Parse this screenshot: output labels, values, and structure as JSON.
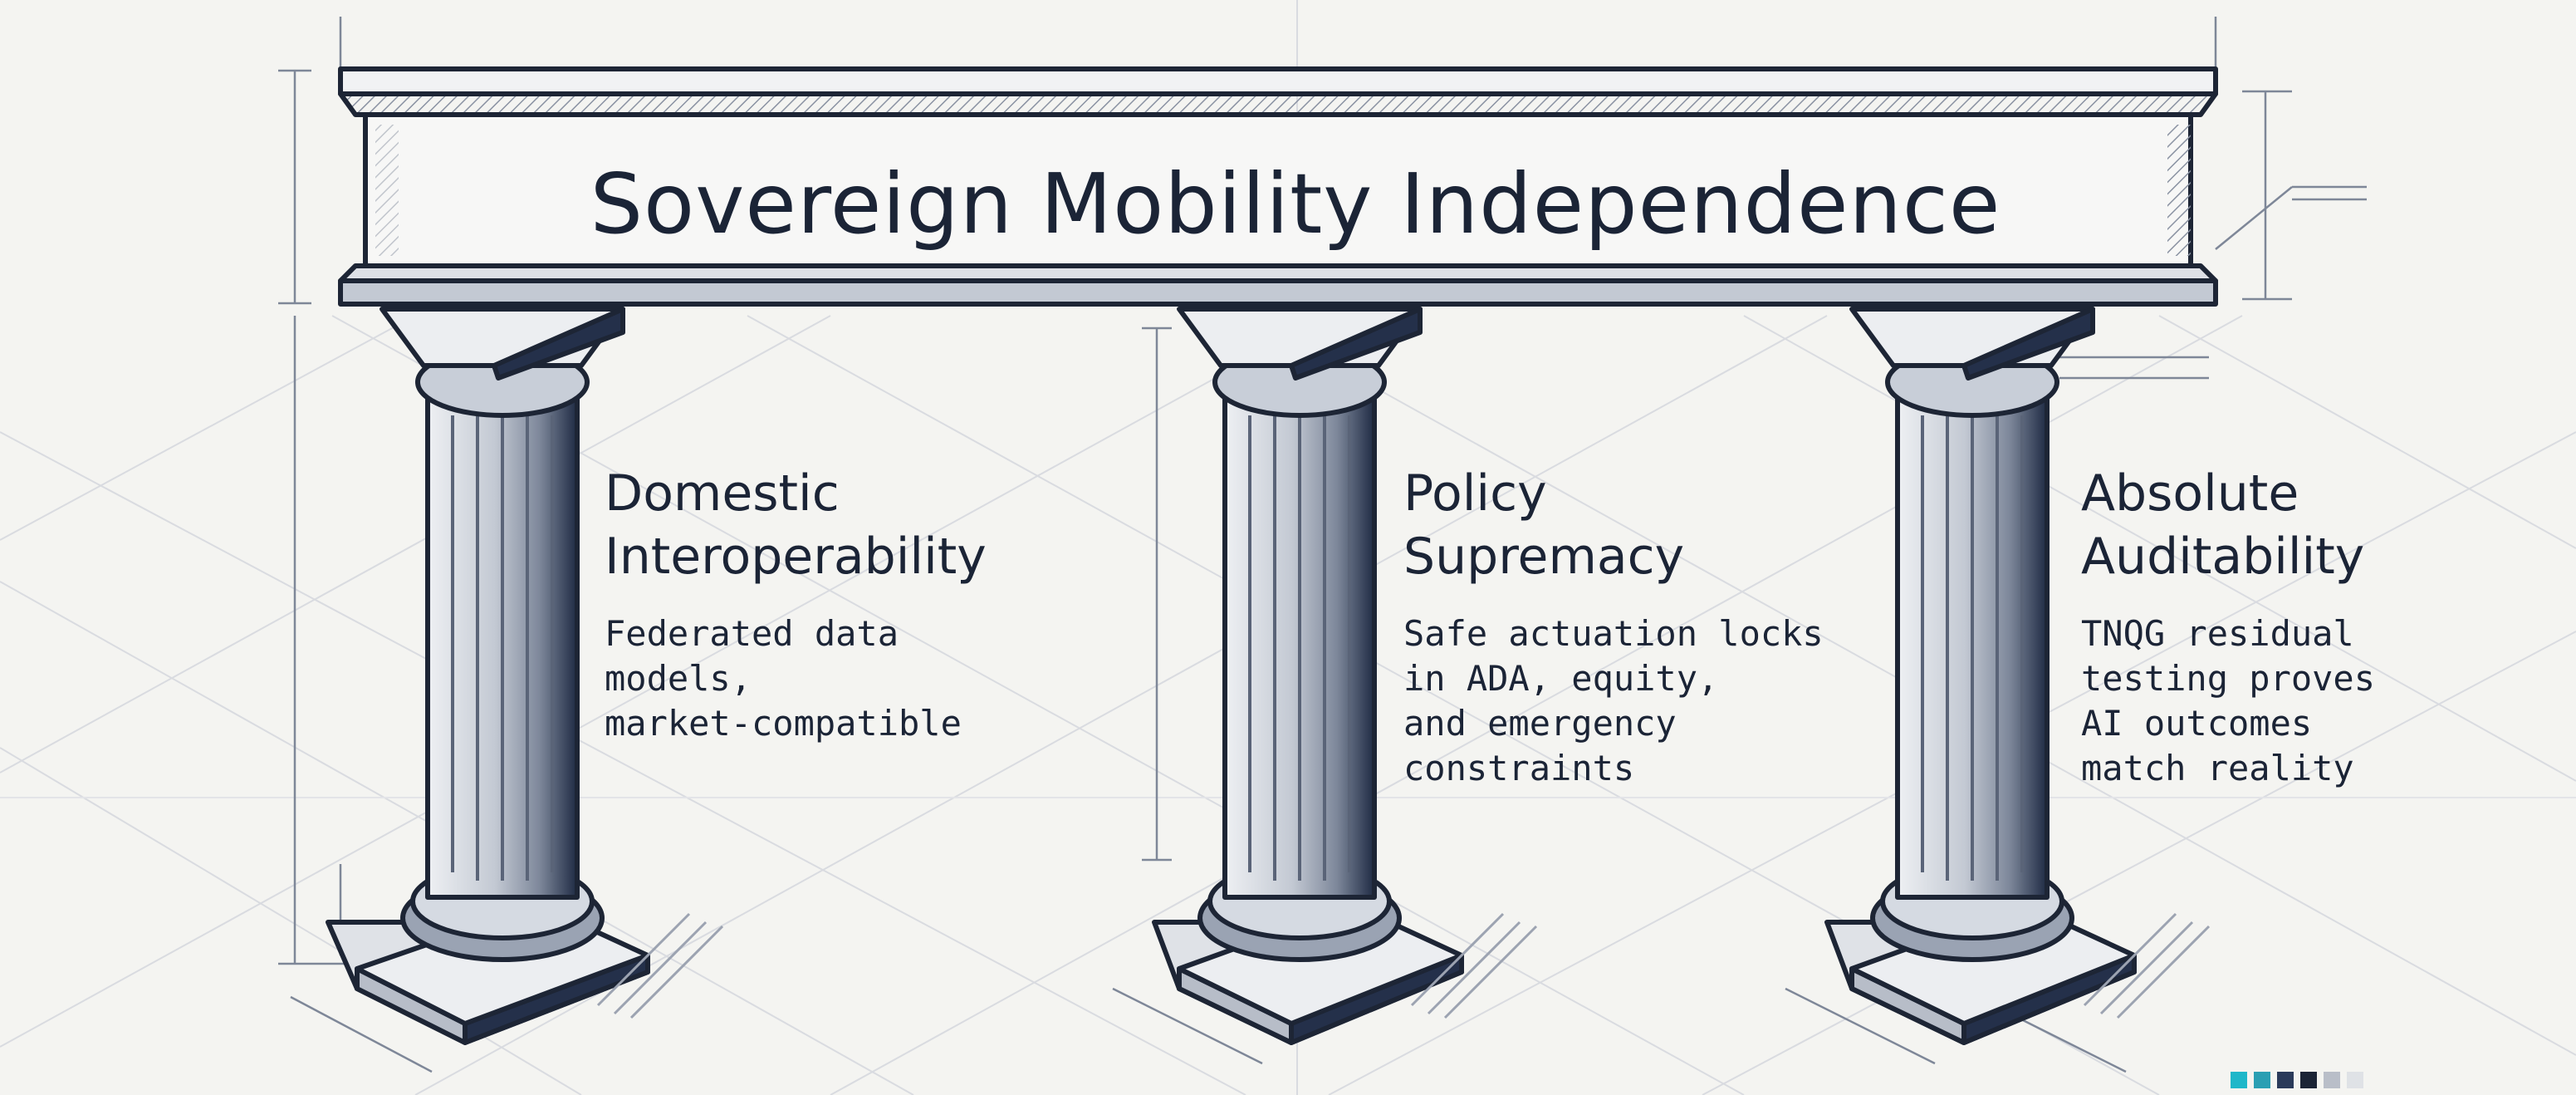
{
  "header": {
    "title": "Sovereign Mobility Independence"
  },
  "pillars": [
    {
      "heading": "Domestic\nInteroperability",
      "body": "Federated data\nmodels,\nmarket-compatible"
    },
    {
      "heading": "Policy\nSupremacy",
      "body": "Safe actuation locks\nin ADA, equity,\nand emergency\nconstraints"
    },
    {
      "heading": "Absolute\nAuditability",
      "body": "TNQG residual\ntesting proves\nAI outcomes\nmatch reality"
    }
  ],
  "palette": {
    "ink": "#1d2535",
    "column_fill": "#c9cfd9",
    "column_shadow": "#24304a",
    "paper": "#f4f4f1",
    "swatches": [
      "#1fb7c9",
      "#2b9fb3",
      "#2a3a5a",
      "#1b2436",
      "#b9bec8",
      "#dfe2e6"
    ]
  }
}
